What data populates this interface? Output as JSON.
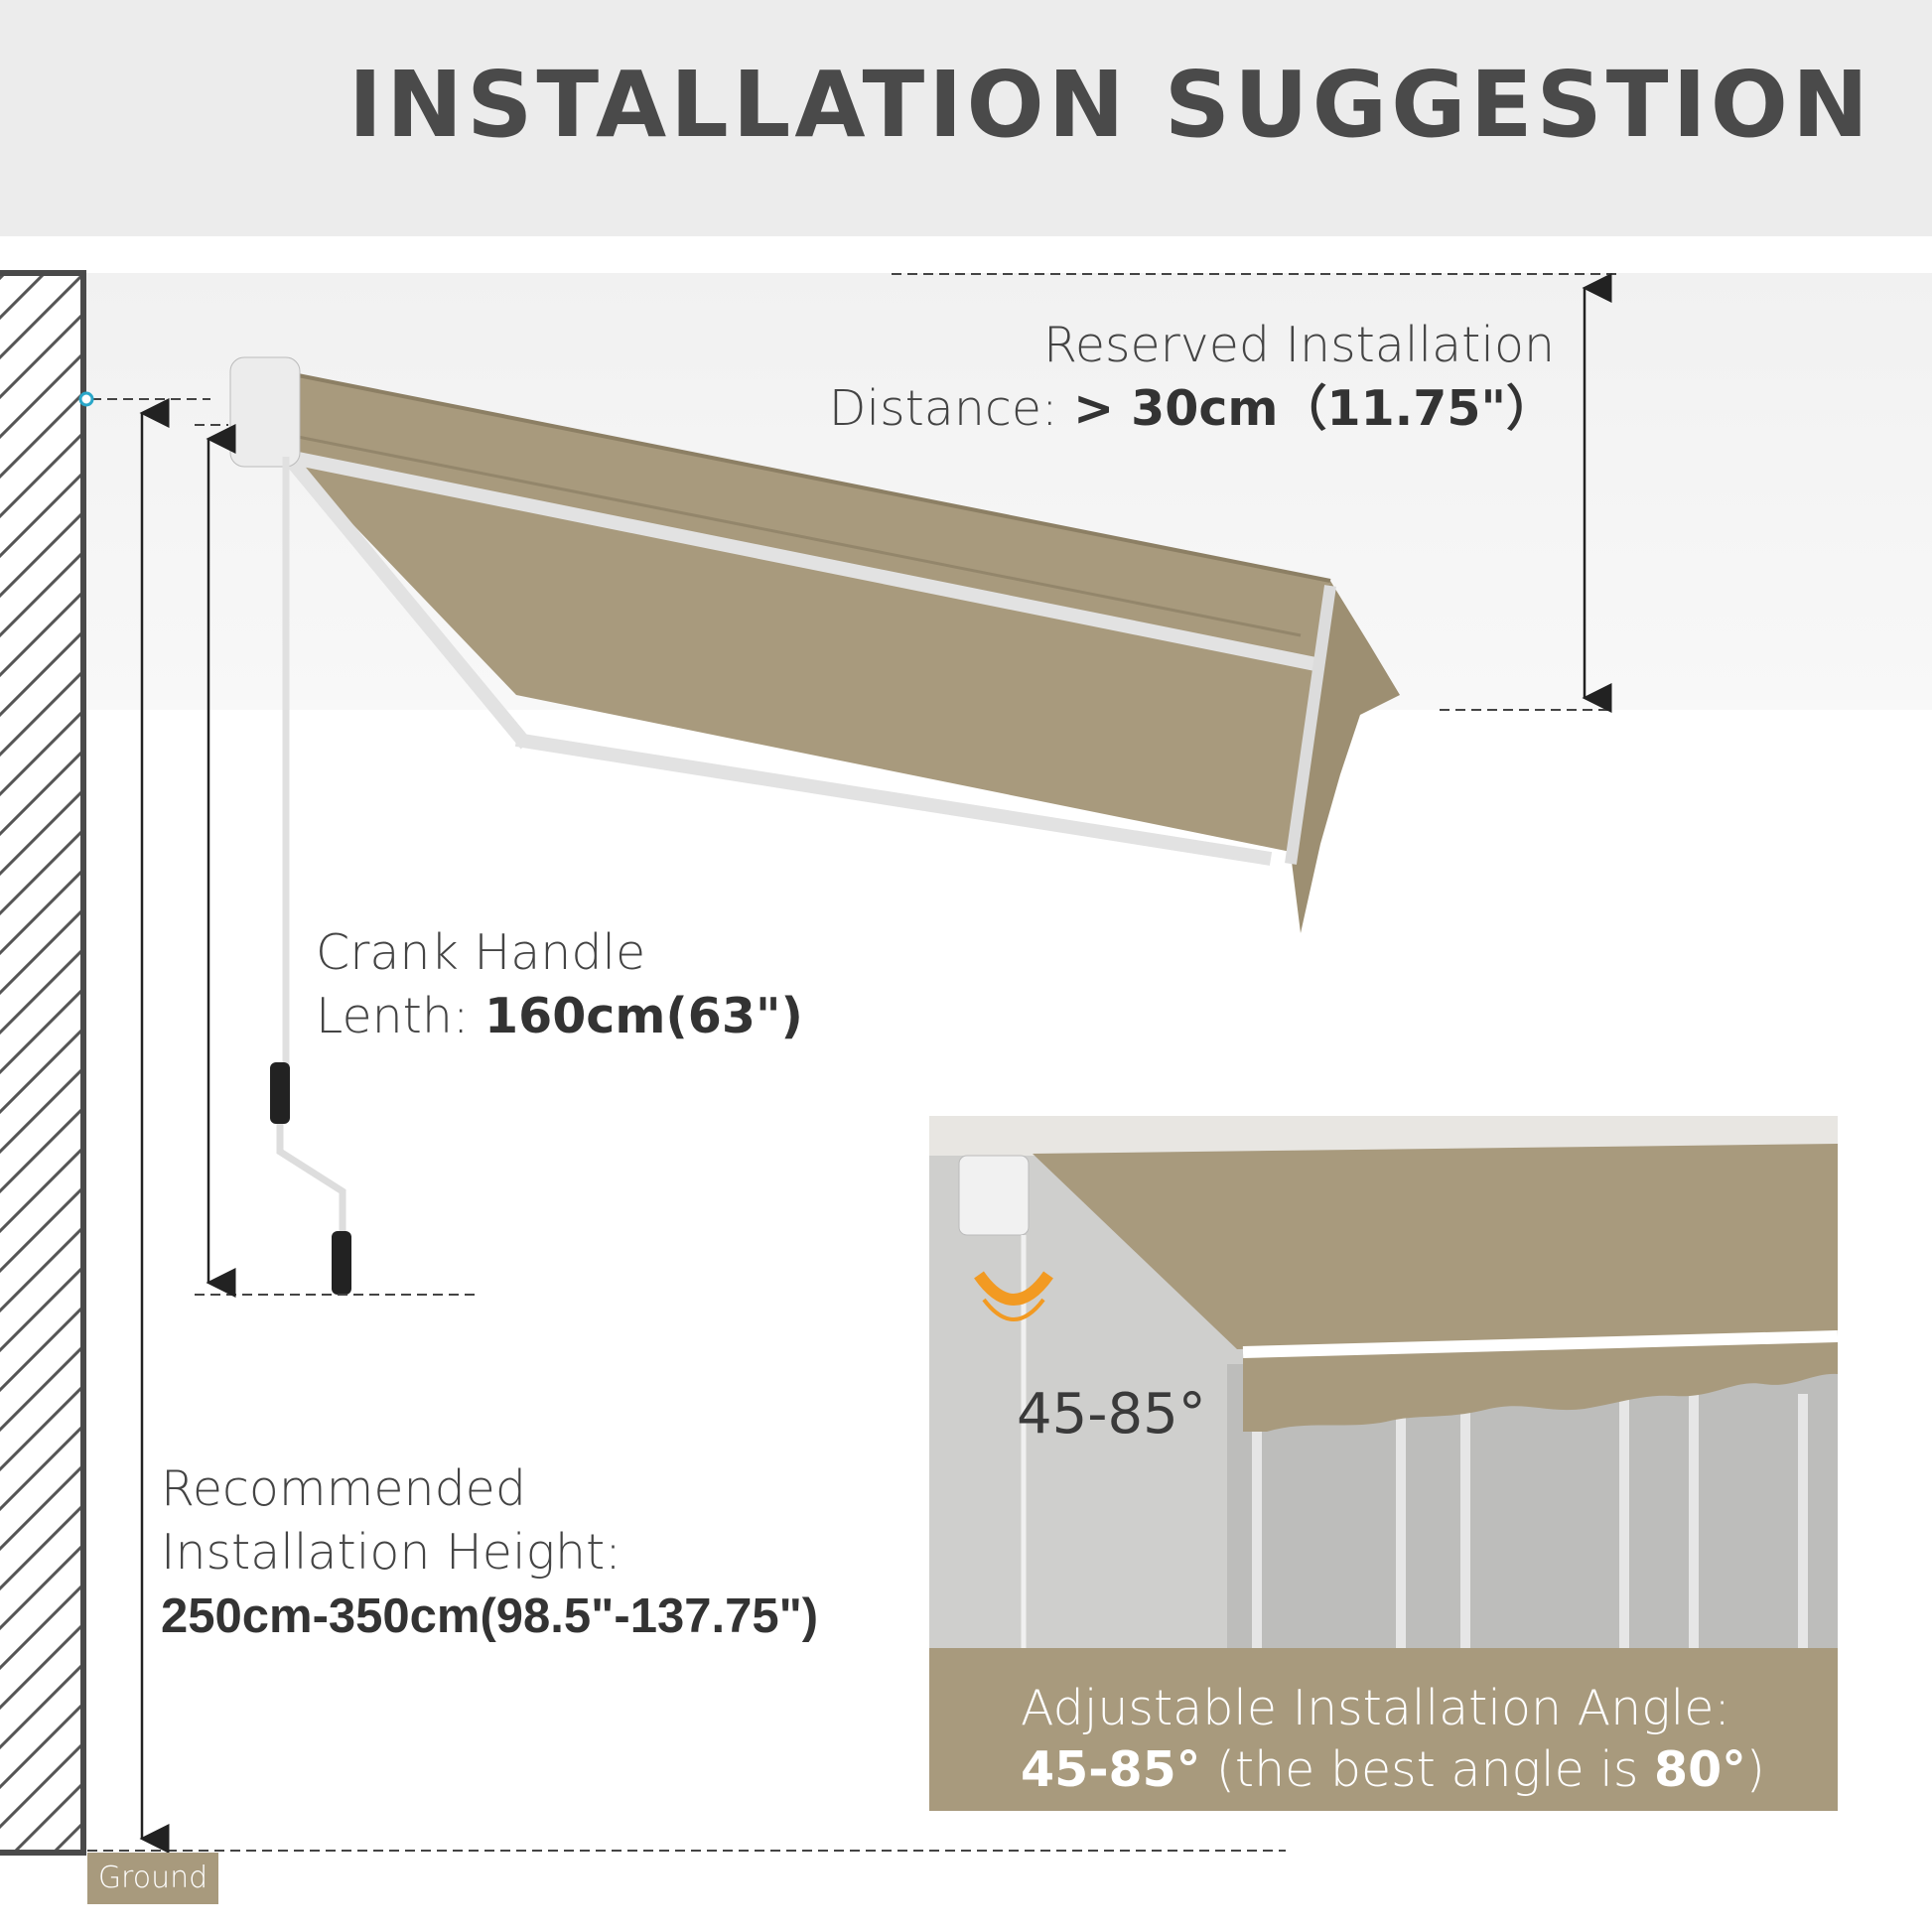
{
  "title": "INSTALLATION SUGGESTION",
  "reserved": {
    "line1": "Reserved Installation",
    "prefix": "Distance: ",
    "value": "> 30cm（11.75\"）"
  },
  "crank": {
    "line1": "Crank Handle",
    "prefix": "Lenth: ",
    "value": "160cm(63\")"
  },
  "height": {
    "line1": "Recommended",
    "line2": "Installation Height:",
    "value": "250cm-350cm(98.5\"-137.75\")"
  },
  "inset": {
    "angle_label": "45-85°",
    "caption_line1": "Adjustable Installation Angle:",
    "caption_range": "45-85°",
    "caption_mid": " (the best angle is ",
    "caption_best": "80°",
    "caption_end": ")"
  },
  "ground": "Ground",
  "colors": {
    "fabric": "#a89a7d",
    "header_bg": "#ececec",
    "title": "#4a4a4a",
    "angle_arc": "#f29a22"
  }
}
